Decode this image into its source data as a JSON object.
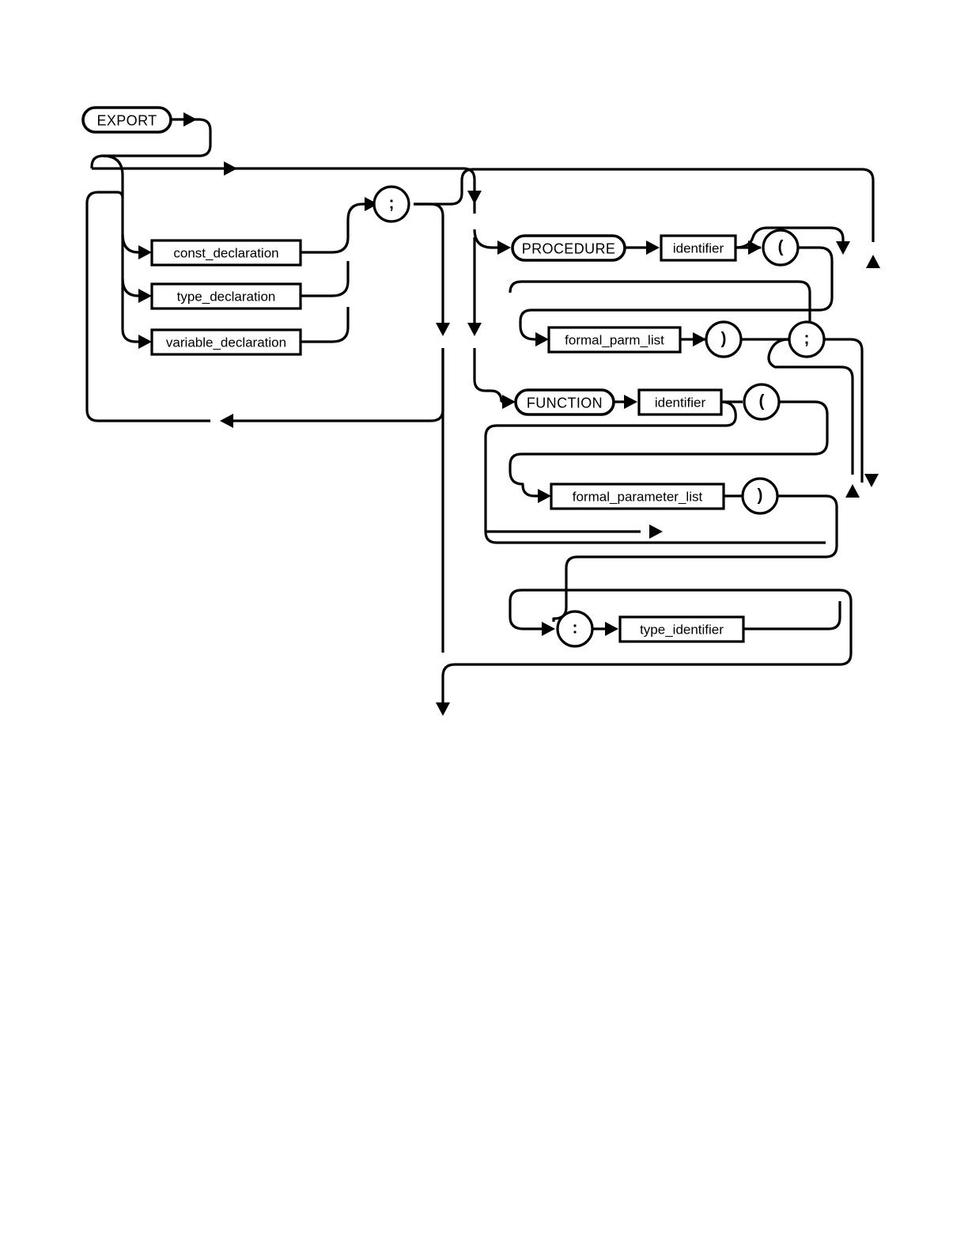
{
  "diagram": {
    "kind": "railroad-syntax-diagram",
    "title": "export",
    "stroke_color": "#000000",
    "background_color": "#ffffff",
    "nodes": {
      "export_keyword": {
        "label": "EXPORT",
        "shape": "oval"
      },
      "const_declaration": {
        "label": "const_declaration",
        "shape": "box"
      },
      "type_declaration": {
        "label": "type_declaration",
        "shape": "box"
      },
      "variable_declaration": {
        "label": "variable_declaration",
        "shape": "box"
      },
      "semicolon_main": {
        "label": ";",
        "shape": "circle"
      },
      "procedure_keyword": {
        "label": "PROCEDURE",
        "shape": "oval"
      },
      "procedure_identifier": {
        "label": "identifier",
        "shape": "box"
      },
      "procedure_lparen": {
        "label": "(",
        "shape": "circle"
      },
      "formal_parm_list": {
        "label": "formal_parm_list",
        "shape": "box"
      },
      "procedure_rparen": {
        "label": ")",
        "shape": "circle"
      },
      "semicolon_right": {
        "label": ";",
        "shape": "circle"
      },
      "function_keyword": {
        "label": "FUNCTION",
        "shape": "oval"
      },
      "function_identifier": {
        "label": "identifier",
        "shape": "box"
      },
      "function_lparen": {
        "label": "(",
        "shape": "circle"
      },
      "formal_parameter_list": {
        "label": "formal_parameter_list",
        "shape": "box"
      },
      "function_rparen": {
        "label": ")",
        "shape": "circle"
      },
      "colon": {
        "label": ":",
        "shape": "circle"
      },
      "type_identifier": {
        "label": "type_identifier",
        "shape": "box"
      }
    }
  }
}
